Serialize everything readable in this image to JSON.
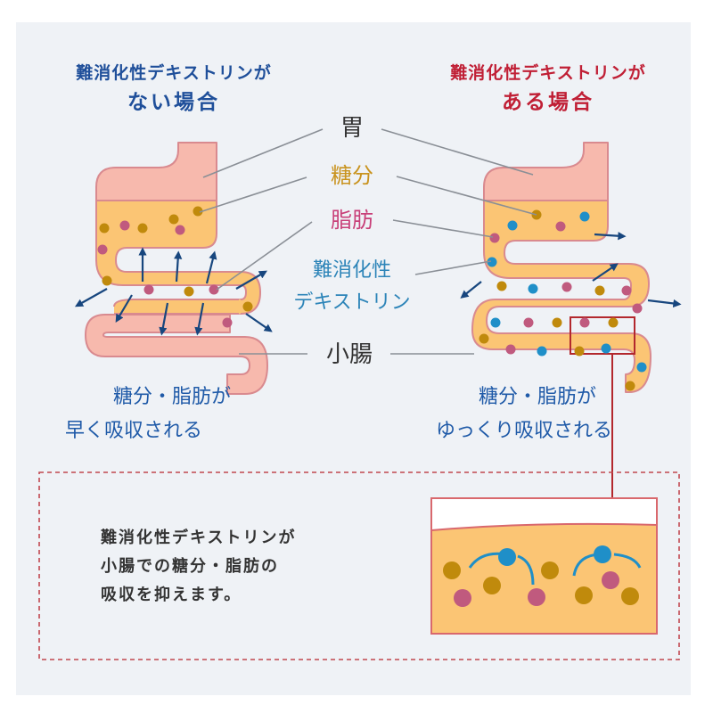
{
  "left_panel": {
    "title_line1": "難消化性デキストリンが",
    "title_line2": "ない場合",
    "caption_line1": "糖分・脂肪が",
    "caption_line2": "早く吸収される"
  },
  "right_panel": {
    "title_line1": "難消化性デキストリンが",
    "title_line2": "ある場合",
    "caption_line1": "糖分・脂肪が",
    "caption_line2": "ゆっくり吸収される"
  },
  "labels": {
    "stomach": "胃",
    "sugar": "糖分",
    "fat": "脂肪",
    "dextrin_line1": "難消化性",
    "dextrin_line2": "デキストリン",
    "small_intestine": "小腸"
  },
  "summary": {
    "line1": "難消化性デキストリンが",
    "line2": "小腸での糖分・脂肪の",
    "line3": "吸収を抑えます。"
  },
  "colors": {
    "panel_bg": "#eff2f6",
    "left_title": "#1f4f9a",
    "right_title": "#c01f35",
    "organ_pink": "#f7b9ad",
    "organ_outline": "#d98a8f",
    "contents_orange": "#fbc574",
    "sugar_particle": "#c08a0c",
    "fat_particle": "#c05a7e",
    "dextrin_particle": "#1f8fc8",
    "arrow_navy": "#17467e",
    "highlight_red": "#b3282d",
    "label_stomach": "#333333",
    "label_sugar": "#c9931e",
    "label_fat": "#c83f78",
    "label_dextrin": "#2c84b8",
    "caption_blue": "#1f5aa8",
    "leader_line": "#8a8f96"
  }
}
